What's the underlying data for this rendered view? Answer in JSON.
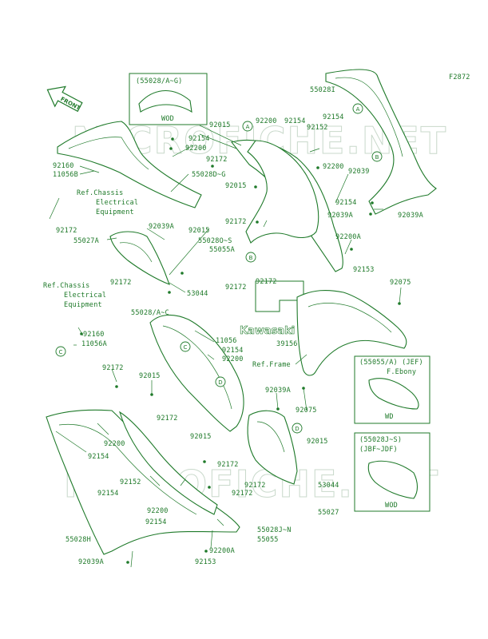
{
  "diagram_id": "F2872",
  "front_label": "FRONT",
  "logo_text": "Kawasaki",
  "watermark_text": "MICROFICHE.NET",
  "inset_boxes": [
    {
      "title": "(55028/A~G)",
      "label": "WOD"
    },
    {
      "title": "(55055/A) (JEF)",
      "subtitle": "F.Ebony",
      "label": "WD"
    },
    {
      "title": "(55028J~S)",
      "subtitle": "(JBF~JDF)",
      "label": "WOD"
    }
  ],
  "callouts": [
    "A",
    "B",
    "C",
    "D"
  ],
  "labels": [
    "F2872",
    "55028/A~G",
    "WOD",
    "55028I",
    "92015",
    "92200",
    "92154",
    "92154",
    "92152",
    "92154",
    "92200",
    "92172",
    "55028D~G",
    "92160",
    "11056B",
    "Ref.Chassis",
    "Electrical",
    "Equipment",
    "92172",
    "55027A",
    "92039A",
    "92015",
    "92015",
    "92200",
    "92039",
    "92154",
    "92039A",
    "92039A",
    "92172",
    "55028O~S",
    "55055A",
    "92200A",
    "92153",
    "92172",
    "92172",
    "53044",
    "Ref.Chassis",
    "Electrical",
    "Equipment",
    "92172",
    "92075",
    "55028/A~C",
    "92160",
    "11056A",
    "11056",
    "92154",
    "92200",
    "39156",
    "Ref.Frame",
    "92172",
    "92015",
    "92039A",
    "92075",
    "92015",
    "92172",
    "92200",
    "92154",
    "92015",
    "92172",
    "92152",
    "92154",
    "92172",
    "92172",
    "92200",
    "92154",
    "53044",
    "55027",
    "55028H",
    "55028J~N",
    "55055",
    "92200A",
    "92039A",
    "92153"
  ]
}
